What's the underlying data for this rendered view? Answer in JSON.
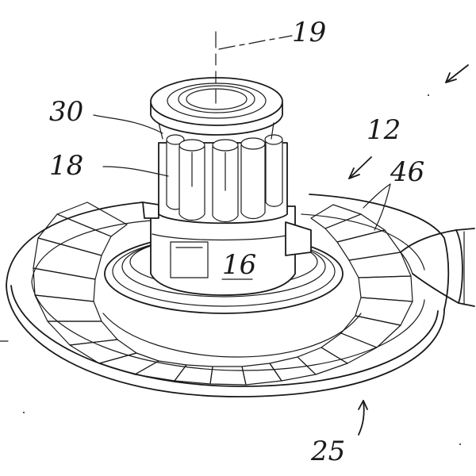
{
  "figure": {
    "labels": {
      "axis": "19",
      "top_ring": "30",
      "posts": "18",
      "assembly": "12",
      "segments": "46",
      "hub": "16",
      "base": "25"
    }
  }
}
